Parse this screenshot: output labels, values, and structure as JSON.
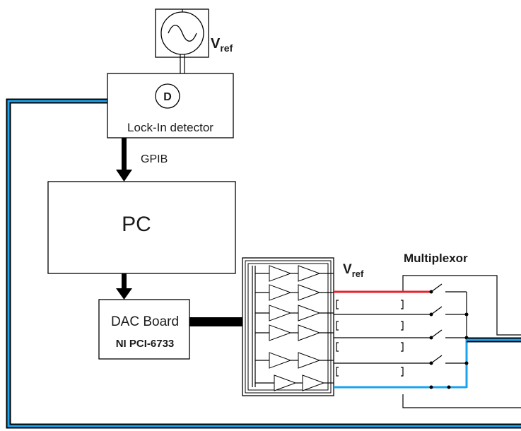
{
  "source": {
    "label_main": "V",
    "label_sub": "ref"
  },
  "lockin": {
    "symbol": "D",
    "label": "Lock-In detector"
  },
  "bus": {
    "label": "GPIB"
  },
  "pc": {
    "label": "PC"
  },
  "dac": {
    "title": "DAC Board",
    "model": "NI PCI-6733"
  },
  "amps": {
    "vref_main": "V",
    "vref_sub": "ref"
  },
  "mux": {
    "label": "Multiplexor"
  },
  "colors": {
    "blue": "#1aa3ef",
    "red": "#e8202a",
    "black": "#000000",
    "white": "#ffffff"
  }
}
